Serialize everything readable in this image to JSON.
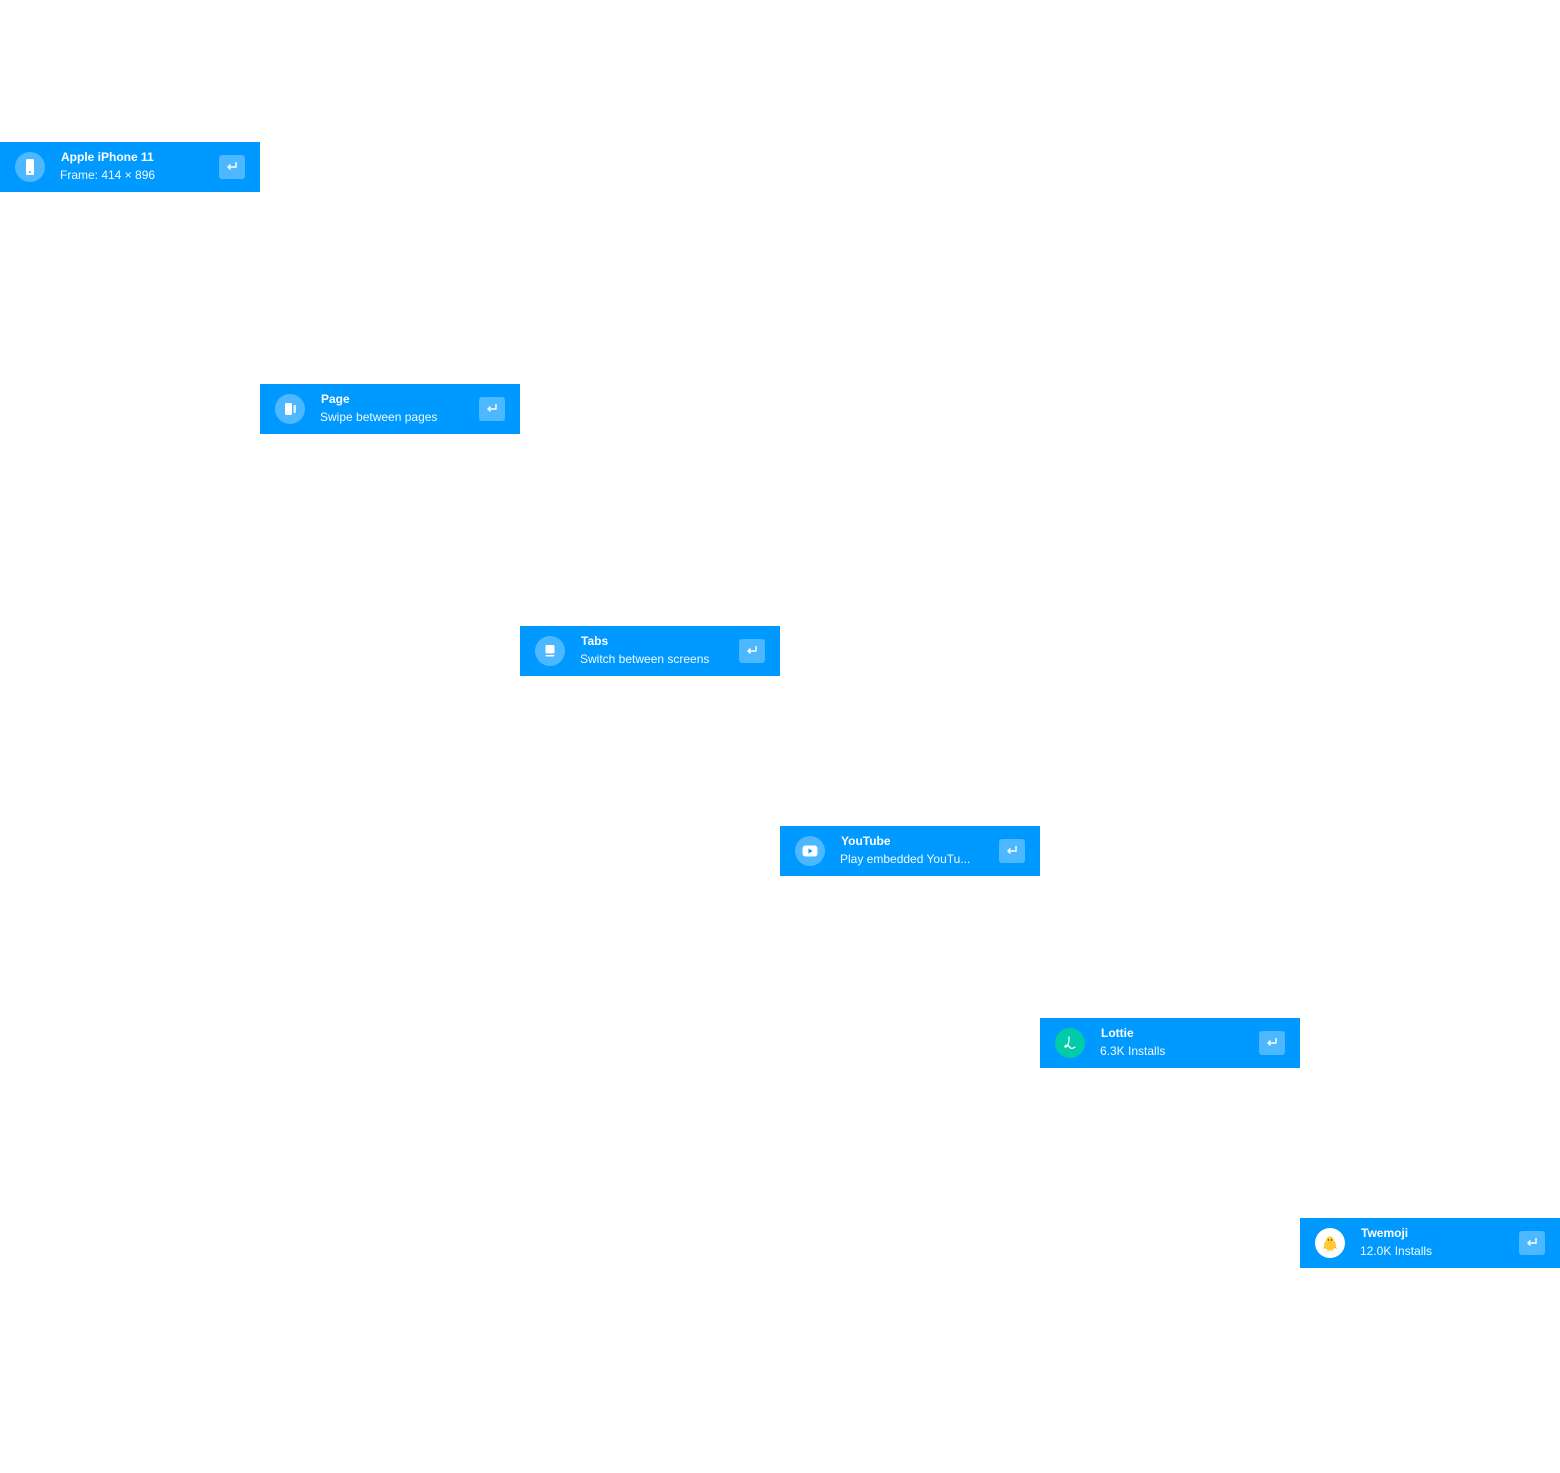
{
  "accent_color": "#0099ff",
  "items": [
    {
      "title": "Apple iPhone 11",
      "subtitle": "Frame: 414 × 896",
      "icon": "phone-icon"
    },
    {
      "title": "Page",
      "subtitle": "Swipe between pages",
      "icon": "page-icon"
    },
    {
      "title": "Tabs",
      "subtitle": "Switch between screens",
      "icon": "tabs-icon"
    },
    {
      "title": "YouTube",
      "subtitle": "Play embedded YouTu...",
      "icon": "play-icon"
    },
    {
      "title": "Lottie",
      "subtitle": "6.3K Installs",
      "icon": "lottie-icon"
    },
    {
      "title": "Twemoji",
      "subtitle": "12.0K Installs",
      "icon": "chick-emoji-icon"
    }
  ],
  "enter_icon": "return-arrow-icon"
}
